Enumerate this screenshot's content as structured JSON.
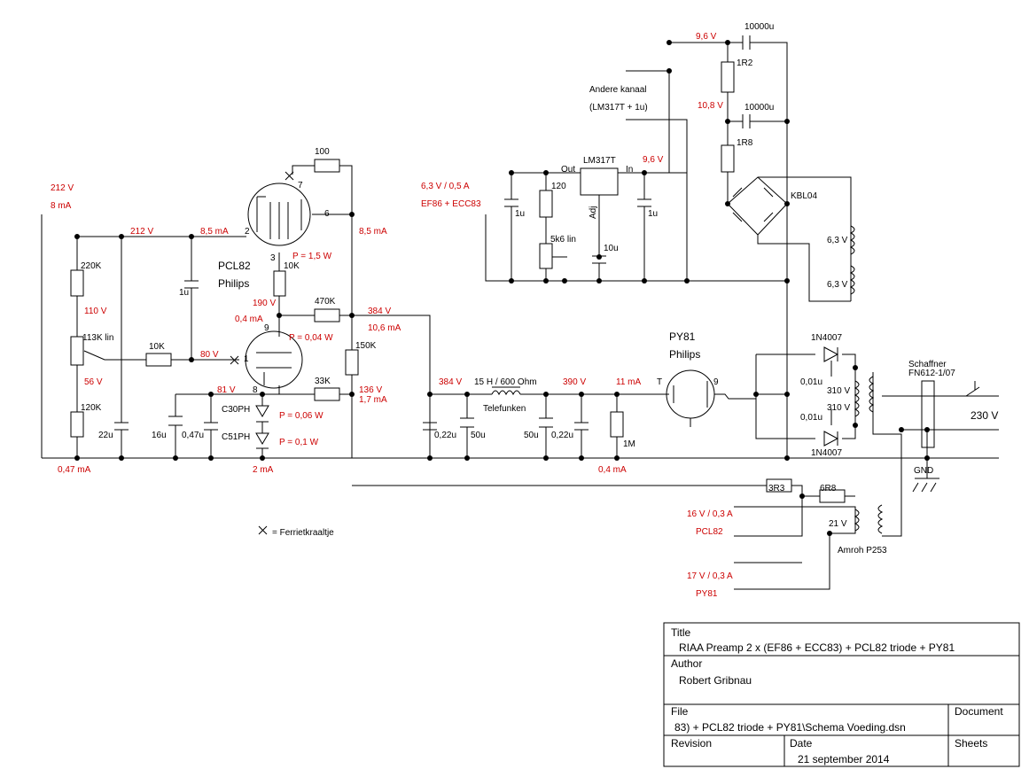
{
  "labels": {
    "v212_top": "212 V",
    "ma8": "8 mA",
    "v212_mid": "212 V",
    "ma85_a": "8,5 mA",
    "ma85_b": "8,5 mA",
    "pcl82": "PCL82",
    "philips1": "Philips",
    "p15w": "P = 1,5 W",
    "v110": "110 V",
    "v190": "190 V",
    "ma04_a": "0,4 mA",
    "p004w": "P = 0,04 W",
    "v384_a": "384 V",
    "ma106": "10,6 mA",
    "v80": "80 V",
    "v56": "56 V",
    "v81": "81 V",
    "v136": "136 V",
    "ma17": "1,7 mA",
    "p006w": "P = 0,06 W",
    "p01w": "P = 0,1 W",
    "ma047": "0,47 mA",
    "ma2": "2 mA",
    "v384_b": "384 V",
    "v390": "390 V",
    "ma11": "11 mA",
    "ma04_b": "0,4 mA",
    "v63": "6,3 V / 0,5 A",
    "ef86": "EF86 + ECC83",
    "v96_top": "9,6 V",
    "v108": "10,8 V",
    "v96_reg": "9,6 V",
    "v16": "16 V / 0,3 A",
    "pcl82_out": "PCL82",
    "v17": "17 V / 0,3 A",
    "py81_out": "PY81"
  },
  "components": {
    "r100": "100",
    "pin7": "7",
    "pin6": "6",
    "pin2": "2",
    "pin3": "3",
    "r10k_a": "10K",
    "pin9": "9",
    "r470k": "470K",
    "pin1": "1",
    "r10k_b": "10K",
    "r150k": "150K",
    "pin8": "8",
    "r33k": "33K",
    "r220k": "220K",
    "pot113k": "113K lin",
    "r120k": "120K",
    "c1u": "1u",
    "c22u": "22u",
    "c16u": "16u",
    "c047u": "0,47u",
    "c30ph": "C30PH",
    "c51ph": "C51PH",
    "ferrite": "= Ferrietkraaltje",
    "andere": "Andere kanaal",
    "lm317_1u": "(LM317T + 1u)",
    "lm317": "LM317T",
    "out": "Out",
    "in": "In",
    "adj": "Adj",
    "r120": "120",
    "pot5k6": "5k6 lin",
    "c1u_a": "1u",
    "c10u": "10u",
    "c1u_b": "1u",
    "c10000u_a": "10000u",
    "r1r2": "1R2",
    "c10000u_b": "10000u",
    "r1r8": "1R8",
    "kbl04": "KBL04",
    "v63_a": "6,3 V",
    "v63_b": "6,3 V",
    "choke": "15 H / 600 Ohm",
    "telefunken": "Telefunken",
    "c022u_a": "0,22u",
    "c50u_a": "50u",
    "c50u_b": "50u",
    "c022u_b": "0,22u",
    "r1m": "1M",
    "py81": "PY81",
    "philips2": "Philips",
    "t": "T",
    "pin9b": "9",
    "d1n4007_a": "1N4007",
    "d1n4007_b": "1N4007",
    "c001u_a": "0,01u",
    "c001u_b": "0,01u",
    "v310_a": "310 V",
    "v310_b": "310 V",
    "schaffner": "Schaffner",
    "fn612": "FN612-1/07",
    "v230": "230 V",
    "gnd": "GND",
    "r3r3": "3R3",
    "r6r8": "6R8",
    "v21": "21 V",
    "amroh": "Amroh P253"
  },
  "titleblock": {
    "title_label": "Title",
    "title": "RIAA Preamp 2 x (EF86 + ECC83) + PCL82 triode + PY81",
    "author_label": "Author",
    "author": "Robert Gribnau",
    "file_label": "File",
    "file": "83) + PCL82 triode + PY81\\Schema Voeding.dsn",
    "document_label": "Document",
    "revision_label": "Revision",
    "date_label": "Date",
    "date": "21 september 2014",
    "sheets_label": "Sheets"
  }
}
